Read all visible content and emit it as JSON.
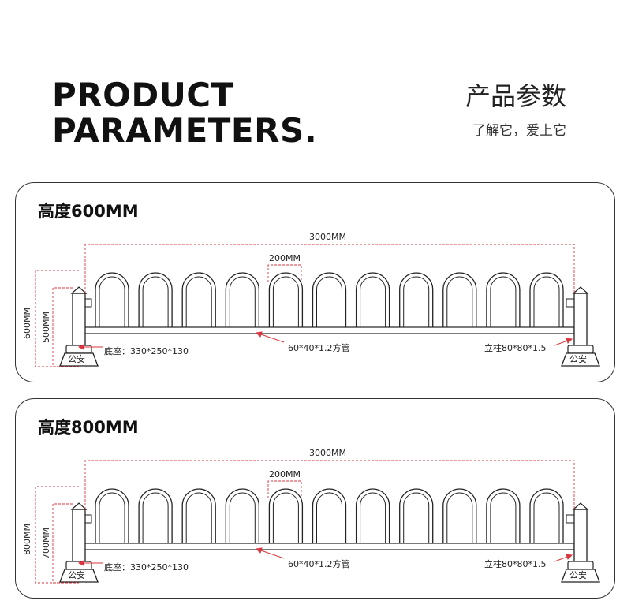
{
  "header": {
    "title_line1": "PRODUCT",
    "title_line2": "PARAMETERS.",
    "title_cn": "产品参数",
    "subtitle_cn": "了解它，爱上它"
  },
  "panels": [
    {
      "title": "高度600MM",
      "total_length": "3000MM",
      "arch_spacing": "200MM",
      "total_height": "600MM",
      "inner_height": "500MM",
      "base_label": "底座：330*250*130",
      "tube_label": "60*40*1.2方管",
      "post_label": "立柱80*80*1.5",
      "base_stamp": "公安"
    },
    {
      "title": "高度800MM",
      "total_length": "3000MM",
      "arch_spacing": "200MM",
      "total_height": "800MM",
      "inner_height": "700MM",
      "base_label": "底座：330*250*130",
      "tube_label": "60*40*1.2方管",
      "post_label": "立柱80*80*1.5",
      "base_stamp": "公安"
    }
  ],
  "colors": {
    "dimension_line": "#d9363e",
    "outline": "#222222"
  }
}
